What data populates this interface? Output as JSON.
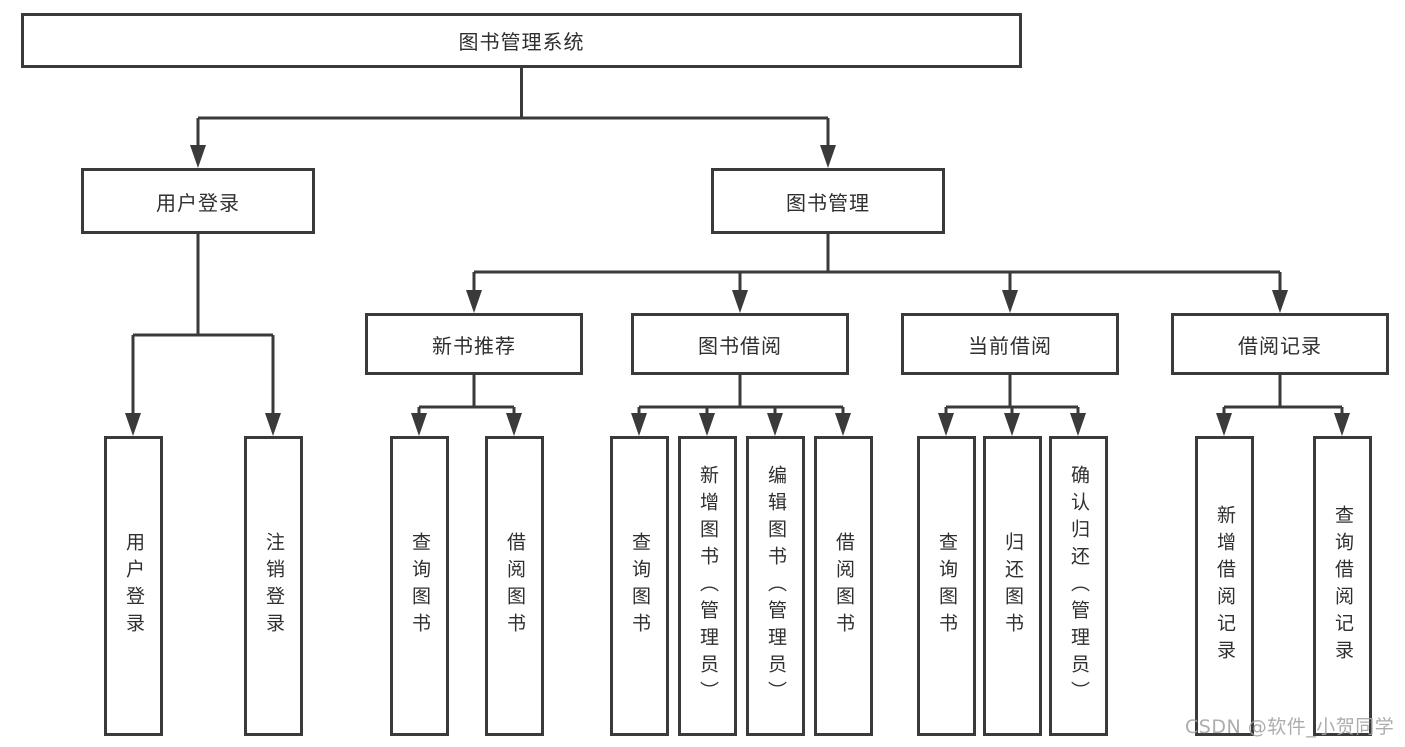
{
  "tree": {
    "root": {
      "label": "图书管理系统"
    },
    "branches": [
      {
        "label": "用户登录",
        "children": [
          "用户登录",
          "注销登录"
        ]
      },
      {
        "label": "图书管理",
        "sections": [
          {
            "label": "新书推荐",
            "children": [
              "查询图书",
              "借阅图书"
            ]
          },
          {
            "label": "图书借阅",
            "children": [
              "查询图书",
              "新增图书（管理员）",
              "编辑图书（管理员）",
              "借阅图书"
            ]
          },
          {
            "label": "当前借阅",
            "children": [
              "查询图书",
              "归还图书",
              "确认归还（管理员）"
            ]
          },
          {
            "label": "借阅记录",
            "children": [
              "新增借阅记录",
              "查询借阅记录"
            ]
          }
        ]
      }
    ]
  },
  "watermark": "CSDN @软件_小贺同学",
  "colors": {
    "line": "#3a3a3a",
    "box_border": "#3a3a3a",
    "text": "#2f2f2f",
    "watermark": "#a4a4a4",
    "background": "#ffffff"
  }
}
